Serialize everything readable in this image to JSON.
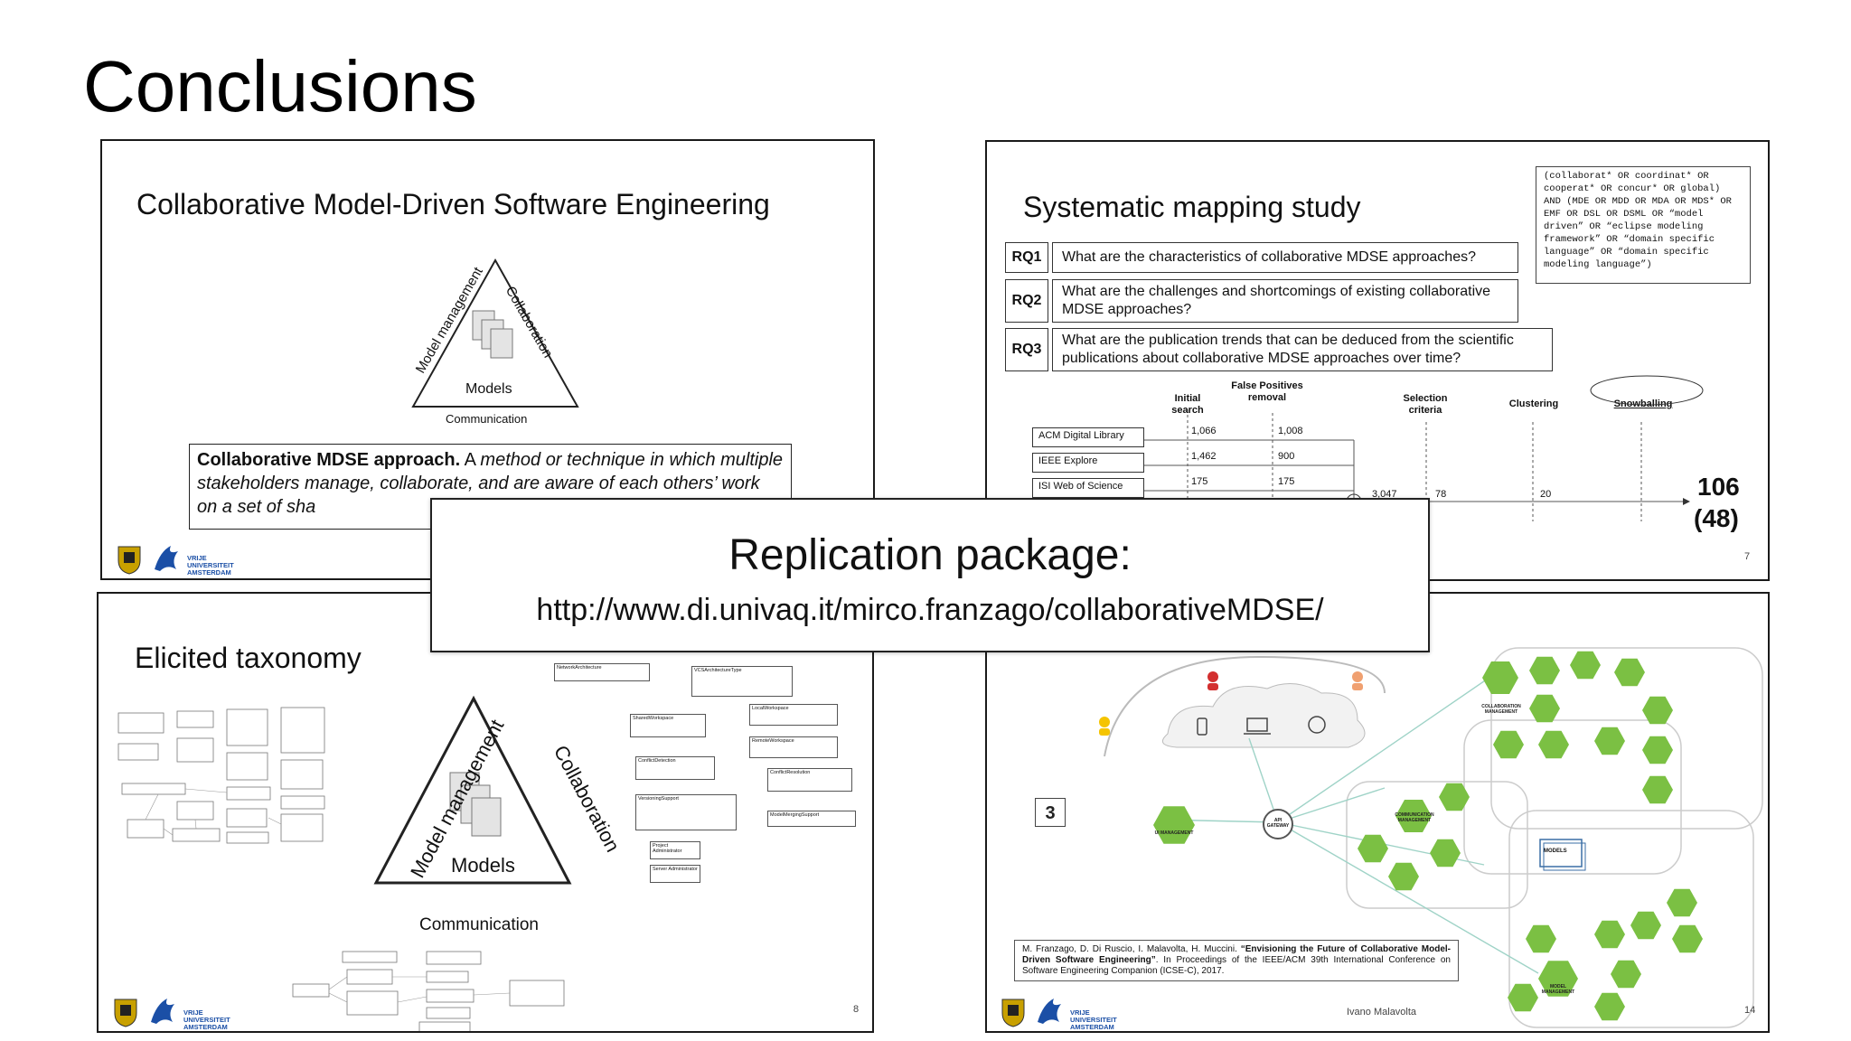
{
  "title": "Conclusions",
  "slide_tl": {
    "heading": "Collaborative Model-Driven Software Engineering",
    "tri_left": "Model management",
    "tri_right": "Collaboration",
    "tri_center": "Models",
    "tri_bottom": "Communication",
    "def_bold": "Collaborative MDSE approach.",
    "def_pre": " A ",
    "def_italic": "method or technique in which multiple stakeholders manage, collaborate, and are aware of each others’ work on a set of sha",
    "vu_logo": "VRIJE\nUNIVERSITEIT\nAMSTERDAM"
  },
  "slide_tr": {
    "heading": "Systematic mapping study",
    "query": "(collaborat* OR coordinat* OR cooperat* OR concur* OR global) AND (MDE OR MDD OR MDA OR MDS* OR EMF OR DSL OR DSML OR “model driven” OR “eclipse modeling framework” OR “domain specific language” OR “domain specific modeling language”)",
    "rqs": [
      {
        "tag": "RQ1",
        "text": "What are the characteristics of collaborative MDSE approaches?"
      },
      {
        "tag": "RQ2",
        "text": "What are the challenges and shortcomings of existing collaborative MDSE approaches?"
      },
      {
        "tag": "RQ3",
        "text": "What are the publication trends that can be deduced from the scientific publications about collaborative MDSE approaches over time?"
      }
    ],
    "col_headers": [
      "Initial search",
      "False Positives removal",
      "Selection criteria",
      "Clustering",
      "Snowballing"
    ],
    "sources": [
      "ACM Digital Library",
      "IEEE Explore",
      "ISI Web of Science"
    ],
    "initial": [
      "1,066",
      "1,462",
      "175"
    ],
    "fp": [
      "1,008",
      "900",
      "175"
    ],
    "merged": "3,047",
    "selection": "78",
    "clustering": "20",
    "final_a": "106",
    "final_b": "(48)",
    "page": "7"
  },
  "slide_bl": {
    "heading": "Elicited taxonomy",
    "tri_left": "Model management",
    "tri_right": "Collaboration",
    "tri_center": "Models",
    "tri_bottom": "Communication",
    "uml": [
      "NetworkArchitecture",
      "VCSArchitectureType",
      "SharedWorkspace",
      "LocalWorkspace",
      "RemoteWorkspace",
      "ConflictDetection",
      "ConflictResolution",
      "VersioningSupport",
      "ModelMergingSupport",
      "Project Administrator",
      "Server Administrator"
    ],
    "page": "8",
    "vu_logo": "VRIJE\nUNIVERSITEIT\nAMSTERDAM"
  },
  "slide_br": {
    "step": "3",
    "api": "API\nGATEWAY",
    "models": "MODELS",
    "hex_labels": [
      "COLLABORATION MANAGEMENT",
      "COMMUNICATION MANAGEMENT",
      "MODEL MANAGEMENT",
      "UI MANAGEMENT"
    ],
    "citation_authors": "M. Franzago, D. Di Ruscio, I. Malavolta, H. Muccini. ",
    "citation_title": "“Envisioning the Future of Collaborative Model-Driven Software Engineering”",
    "citation_rest": ". In Proceedings of the IEEE/ACM 39th International Conference on Software Engineering Companion (ICSE-C), 2017.",
    "author": "Ivano Malavolta",
    "page": "14",
    "vu_logo": "VRIJE\nUNIVERSITEIT\nAMSTERDAM"
  },
  "overlay": {
    "heading": "Replication package:",
    "url": "http://www.di.univaq.it/mirco.franzago/collaborativeMDSE/"
  },
  "colors": {
    "accent_green": "#7bc043",
    "vu_blue": "#1b4fa6",
    "person_red": "#d32f2f",
    "person_yellow": "#f5c400",
    "person_orange": "#f0a070"
  }
}
